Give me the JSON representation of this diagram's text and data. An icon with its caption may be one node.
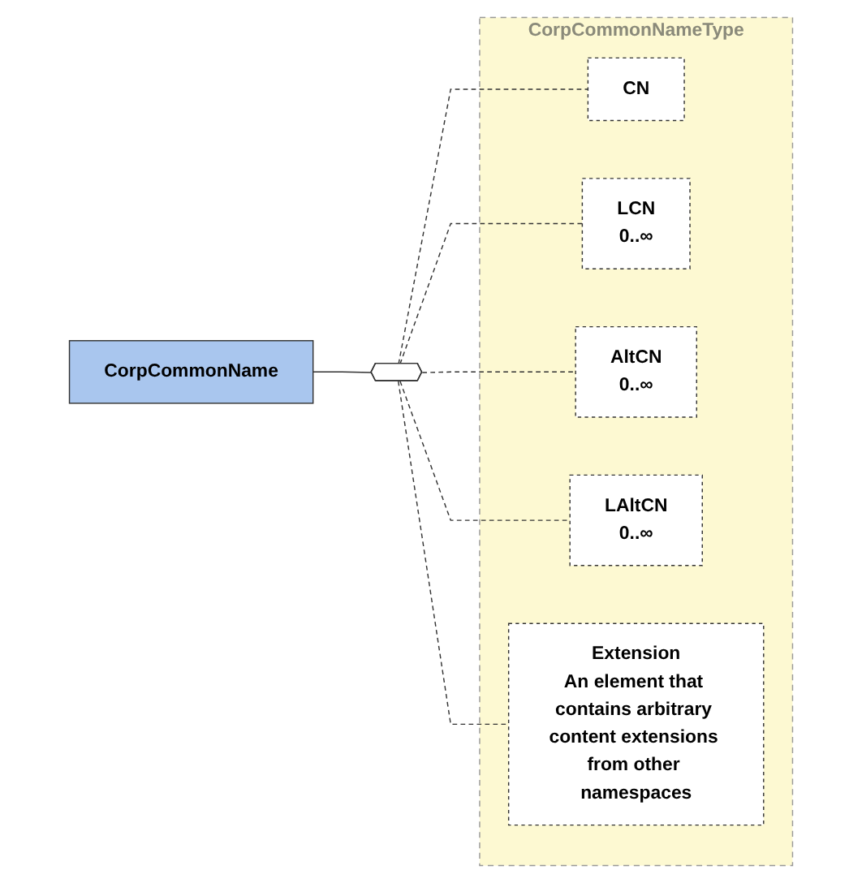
{
  "diagram": {
    "nodes": [
      {
        "text": [
          "CorpCommonName"
        ]
      },
      {
        "text": [
          "CorpCommonNameType"
        ]
      },
      {
        "text": [],
        "shape": "hexagon"
      },
      {
        "text": [
          "CN"
        ],
        "in": 1
      },
      {
        "text": [
          "LCN",
          "0..∞"
        ],
        "in": 1
      },
      {
        "text": [
          "AltCN",
          "0..∞"
        ],
        "in": 1
      },
      {
        "text": [
          "LAltCN",
          "0..∞"
        ],
        "in": 1
      },
      {
        "text": [
          "Extension",
          "An element that contains arbitrary content extensions from other namespaces"
        ],
        "in": 1
      }
    ],
    "edges": [
      {
        "from": 0,
        "to": 2,
        "arrow": "none"
      },
      {
        "from": 2,
        "to": 3,
        "arrow": "none",
        "style": "dashed"
      },
      {
        "from": 2,
        "to": 4,
        "arrow": "none",
        "style": "dashed"
      },
      {
        "from": 2,
        "to": 5,
        "arrow": "none",
        "style": "dashed"
      },
      {
        "from": 2,
        "to": 6,
        "arrow": "none",
        "style": "dashed"
      },
      {
        "from": 2,
        "to": 7,
        "arrow": "none",
        "style": "dashed"
      }
    ]
  }
}
